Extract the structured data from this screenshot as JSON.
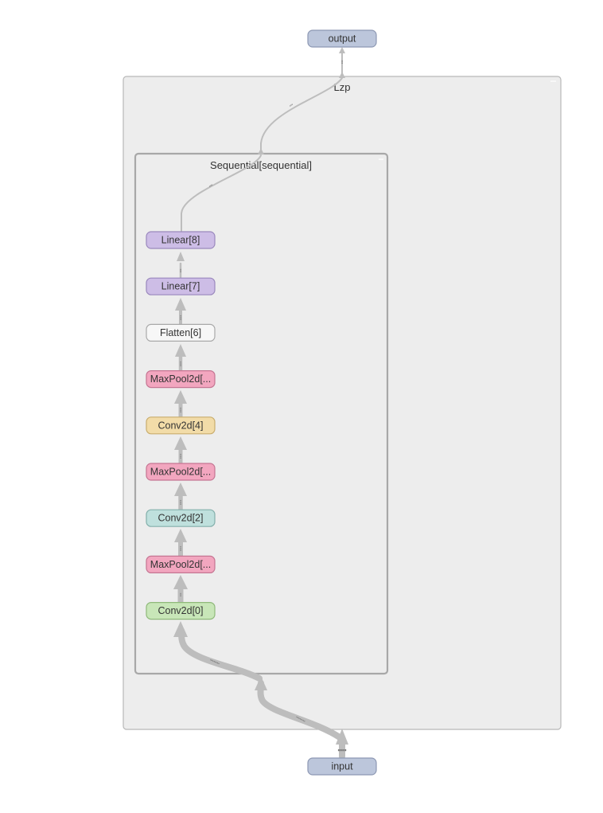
{
  "groups": {
    "outer": {
      "label": "Lzp"
    },
    "inner": {
      "label": "Sequential[sequential]"
    }
  },
  "io": {
    "output": "output",
    "input": "input"
  },
  "layers": [
    {
      "id": "linear8",
      "label": "Linear[8]",
      "kind": "linear"
    },
    {
      "id": "linear7",
      "label": "Linear[7]",
      "kind": "linear"
    },
    {
      "id": "flatten6",
      "label": "Flatten[6]",
      "kind": "flatten"
    },
    {
      "id": "maxpool5",
      "label": "MaxPool2d[...",
      "kind": "maxpool"
    },
    {
      "id": "conv4",
      "label": "Conv2d[4]",
      "kind": "conv_a"
    },
    {
      "id": "maxpool3",
      "label": "MaxPool2d[...",
      "kind": "maxpool"
    },
    {
      "id": "conv2",
      "label": "Conv2d[2]",
      "kind": "conv_b"
    },
    {
      "id": "maxpool1",
      "label": "MaxPool2d[...",
      "kind": "maxpool"
    },
    {
      "id": "conv0",
      "label": "Conv2d[0]",
      "kind": "conv_c"
    }
  ],
  "colors": {
    "io": {
      "fill": "#bcc6db",
      "stroke": "#8d98b3"
    },
    "linear": {
      "fill": "#cdbde6",
      "stroke": "#9a88bd"
    },
    "flatten": {
      "fill": "#f7f7f7",
      "stroke": "#a9a9a9"
    },
    "maxpool": {
      "fill": "#f2a6bf",
      "stroke": "#c57592"
    },
    "conv_a": {
      "fill": "#f2dca8",
      "stroke": "#c9ad6e"
    },
    "conv_b": {
      "fill": "#bfe0dd",
      "stroke": "#83afab"
    },
    "conv_c": {
      "fill": "#c8e6b8",
      "stroke": "#8fb97a"
    }
  }
}
